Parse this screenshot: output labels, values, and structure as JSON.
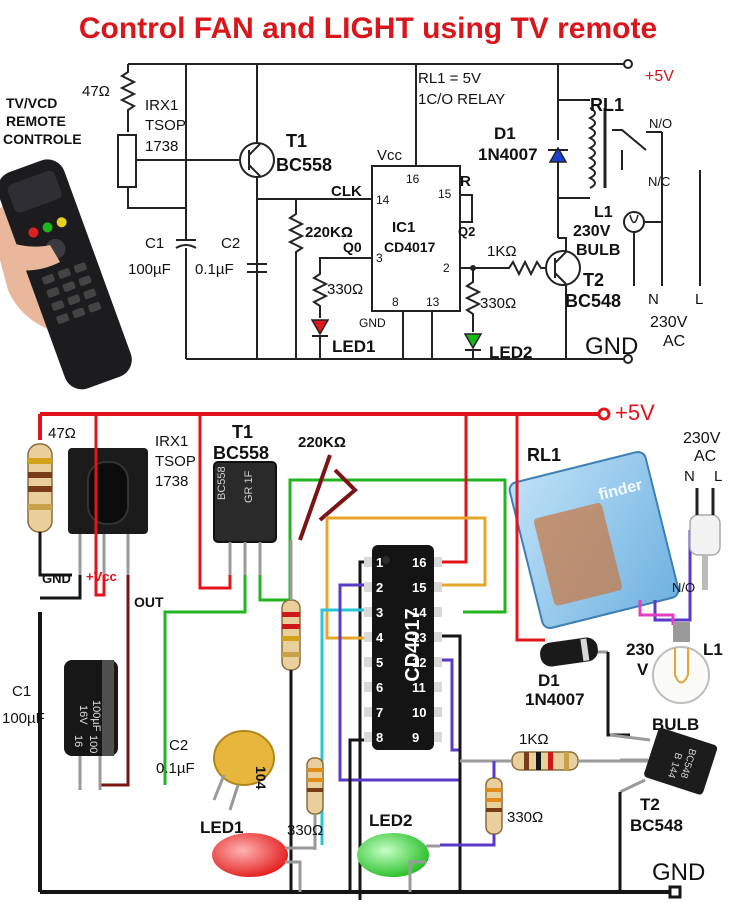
{
  "title": "Control FAN and LIGHT using TV remote",
  "colors": {
    "title": "#d8161b",
    "wire_red": "#e0141a",
    "wire_black": "#151515",
    "wire_green": "#22b521",
    "wire_orange": "#e6a52b",
    "wire_cyan": "#27c6d8",
    "wire_purple": "#5a39c8",
    "wire_maroon": "#7b1515",
    "relay_blue": "#8fc8ef"
  },
  "schematic": {
    "remote_label_1": "TV/VCD",
    "remote_label_2": "REMOTE",
    "remote_label_3": "CONTROLE",
    "r47": "47Ω",
    "irx_1": "IRX1",
    "irx_2": "TSOP",
    "irx_3": "1738",
    "t1_name": "T1",
    "t1_type": "BC558",
    "c1_name": "C1",
    "c1_val": "100µF",
    "c2_name": "C2",
    "c2_val": "0.1µF",
    "r220k": "220KΩ",
    "clk": "CLK",
    "vcc": "Vcc",
    "q0": "Q0",
    "ic_name": "IC1",
    "ic_type": "CD4017",
    "pin16": "16",
    "pin15": "15",
    "pin14": "14",
    "pin3": "3",
    "pin2": "2",
    "pin8": "8",
    "pin13": "13",
    "r_label": "R",
    "q2": "Q2",
    "gnd_ic": "GND",
    "r330_1": "330Ω",
    "led1": "LED1",
    "r330_2": "330Ω",
    "led2": "LED2",
    "r1k": "1KΩ",
    "relay_note_1": "RL1 = 5V",
    "relay_note_2": "1C/O RELAY",
    "d1_name": "D1",
    "d1_type": "1N4007",
    "rl1": "RL1",
    "no": "N/O",
    "nc": "N/C",
    "l1": "L1",
    "v230": "230V",
    "bulb": "BULB",
    "t2_name": "T2",
    "t2_type": "BC548",
    "n": "N",
    "l": "L",
    "ac_1": "230V",
    "ac_2": "AC",
    "plus5v": "+5V",
    "gnd": "GND"
  },
  "breadboard": {
    "plus5v": "+5V",
    "r47": "47Ω",
    "irx_1": "IRX1",
    "irx_2": "TSOP",
    "irx_3": "1738",
    "t1_name": "T1",
    "t1_type": "BC558",
    "t1_body_1": "BC558",
    "t1_body_2": "GR 1F",
    "r220k": "220KΩ",
    "ac_1": "230V",
    "ac_2": "AC",
    "n": "N",
    "l": "L",
    "rl1": "RL1",
    "gnd_pin": "GND",
    "vcc_pin": "+Vcc",
    "out": "OUT",
    "chip": "CD4017",
    "pins_left": [
      "1",
      "2",
      "3",
      "4",
      "5",
      "6",
      "7",
      "8"
    ],
    "pins_right": [
      "16",
      "15",
      "14",
      "13",
      "12",
      "11",
      "10",
      "9"
    ],
    "no": "N/O",
    "v230_1": "230",
    "v230_2": "V",
    "l1": "L1",
    "c1_name": "C1",
    "c1_val": "100µF",
    "cap_body_1": "16V",
    "cap_body_2": "100µF",
    "cap_body_3": "16",
    "cap_body_4": "100",
    "d1_name": "D1",
    "d1_type": "1N4007",
    "bulb": "BULB",
    "c2_name": "C2",
    "c2_val": "0.1µF",
    "c2_code": "104",
    "r1k": "1KΩ",
    "t2_body_1": "BC548",
    "t2_body_2": "B 144",
    "t2_name": "T2",
    "t2_type": "BC548",
    "led1": "LED1",
    "r330_1": "330Ω",
    "led2": "LED2",
    "r330_2": "330Ω",
    "gnd": "GND"
  }
}
